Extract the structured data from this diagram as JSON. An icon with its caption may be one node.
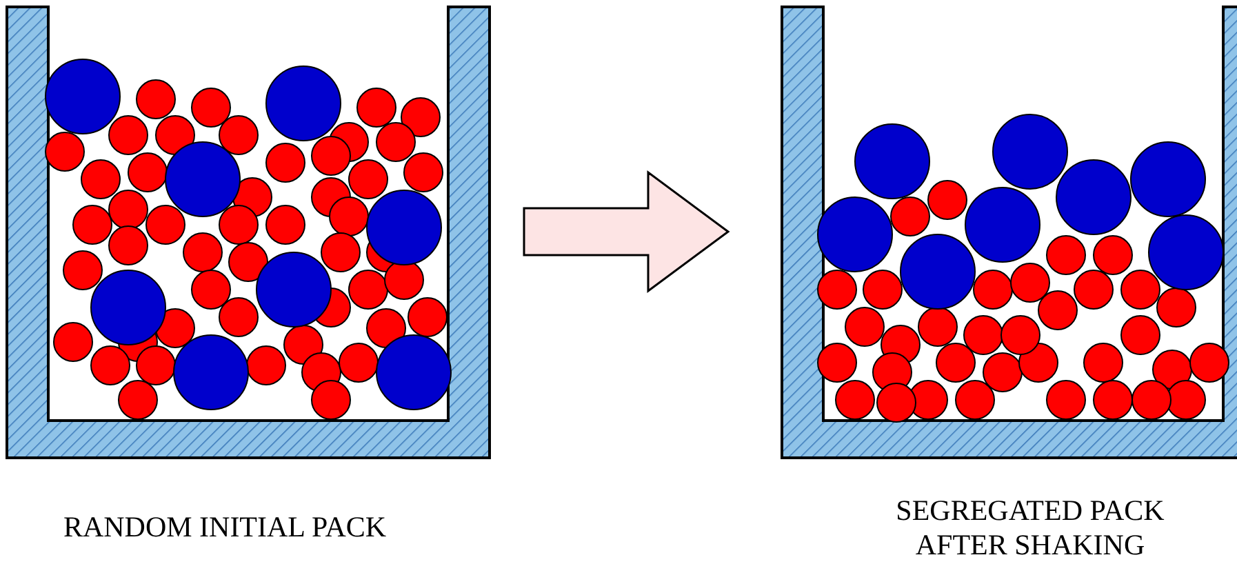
{
  "diagram": {
    "nodes": [
      {
        "text": [],
        "shape": "picture",
        "beside": [
          "RANDOM INITIAL PACK"
        ]
      },
      {
        "text": [],
        "shape": "picture",
        "beside": [
          "SEGREGATED PACK AFTER SHAKING"
        ]
      }
    ],
    "edges": [
      {
        "from": 0,
        "to": 1,
        "arrow": "to"
      }
    ]
  }
}
